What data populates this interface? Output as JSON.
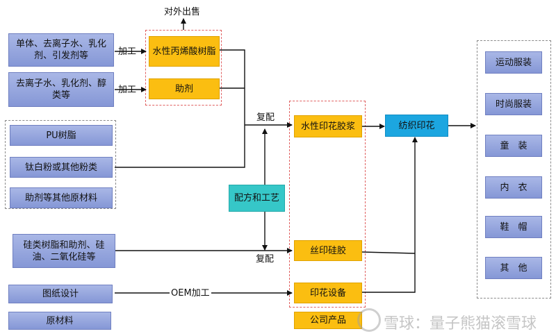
{
  "inputs": {
    "raw_group1": "单体、去离子水、乳化剂、引发剂等",
    "raw_group2": "去离子水、乳化剂、醇类等",
    "pu_resin": "PU树脂",
    "titanium": "钛白粉或其他粉类",
    "additives": "助剂等其他原材料",
    "silicone": "硅类树脂和助剂、硅油、二氧化硅等",
    "drawing": "图纸设计",
    "raw_material": "原材料"
  },
  "products": {
    "acrylic_resin": "水性丙烯酸树脂",
    "auxiliary": "助剂",
    "printing_paste": "水性印花胶浆",
    "silk_silicone": "丝印硅胶",
    "printing_equipment": "印花设备",
    "company_products": "公司产品"
  },
  "process": {
    "textile_printing": "纺织印花",
    "formula": "配方和工艺"
  },
  "labels": {
    "export": "对外出售",
    "processing1": "加工",
    "processing2": "加工",
    "compound_top": "复配",
    "compound_bottom": "复配",
    "oem": "OEM加工"
  },
  "applications": [
    "运动服装",
    "时尚服装",
    "童　装",
    "内　衣",
    "鞋　帽",
    "其　他"
  ],
  "watermark": "雪球：量子熊猫滚雪球",
  "colors": {
    "raw": "#8f9fdc",
    "product": "#fbbe11",
    "process": "#1ca6e0",
    "formula": "#36c7c8",
    "red_dash": "#e06060",
    "gray_dash": "#8a8a8a"
  }
}
